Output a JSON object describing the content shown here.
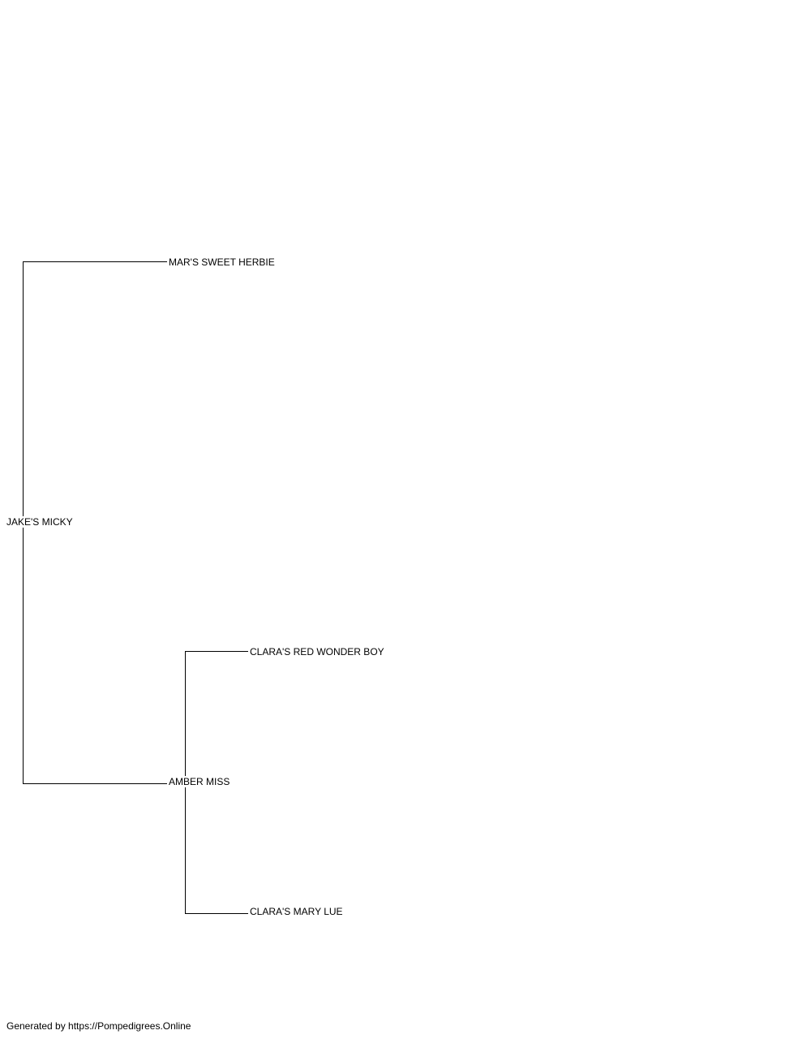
{
  "pedigree": {
    "subject": {
      "name": "JAKE'S MICKY"
    },
    "sire": {
      "name": "MAR'S SWEET HERBIE"
    },
    "dam": {
      "name": "AMBER MISS",
      "sire": {
        "name": "CLARA'S RED WONDER BOY"
      },
      "dam": {
        "name": "CLARA'S MARY LUE"
      }
    }
  },
  "footer": {
    "text": "Generated by https://Pompedigrees.Online"
  }
}
